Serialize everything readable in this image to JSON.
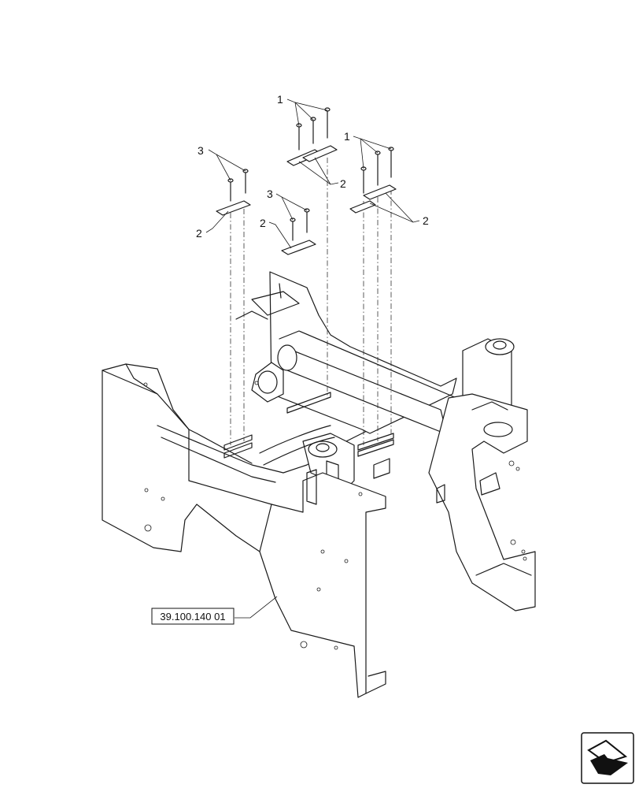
{
  "callouts": {
    "c1a": "1",
    "c1b": "1",
    "c3a": "3",
    "c3b": "3",
    "c2a": "2",
    "c2b": "2",
    "c2c": "2",
    "c2d": "2"
  },
  "reference": {
    "label": "39.100.140 01"
  },
  "nav_icon": "next-page-arrow-icon"
}
